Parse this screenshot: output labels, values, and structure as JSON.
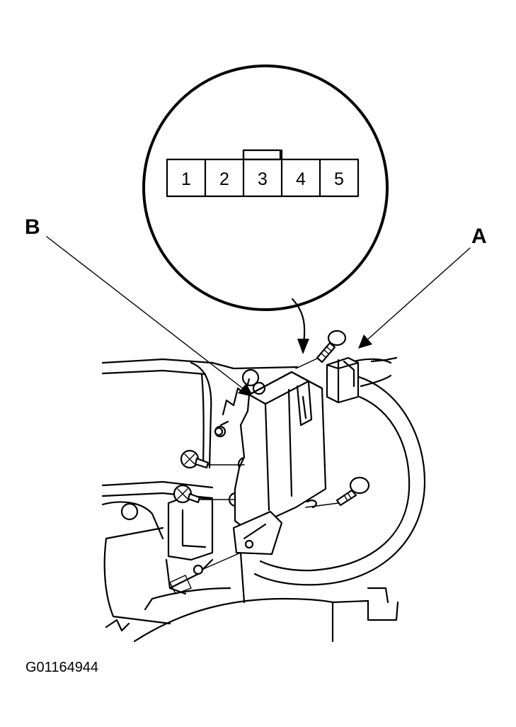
{
  "diagram": {
    "callouts": {
      "a": "A",
      "b": "B"
    },
    "connector_pins": [
      "1",
      "2",
      "3",
      "4",
      "5"
    ],
    "figure_id": "G01164944",
    "colors": {
      "ink": "#000000",
      "paper": "#ffffff"
    }
  }
}
